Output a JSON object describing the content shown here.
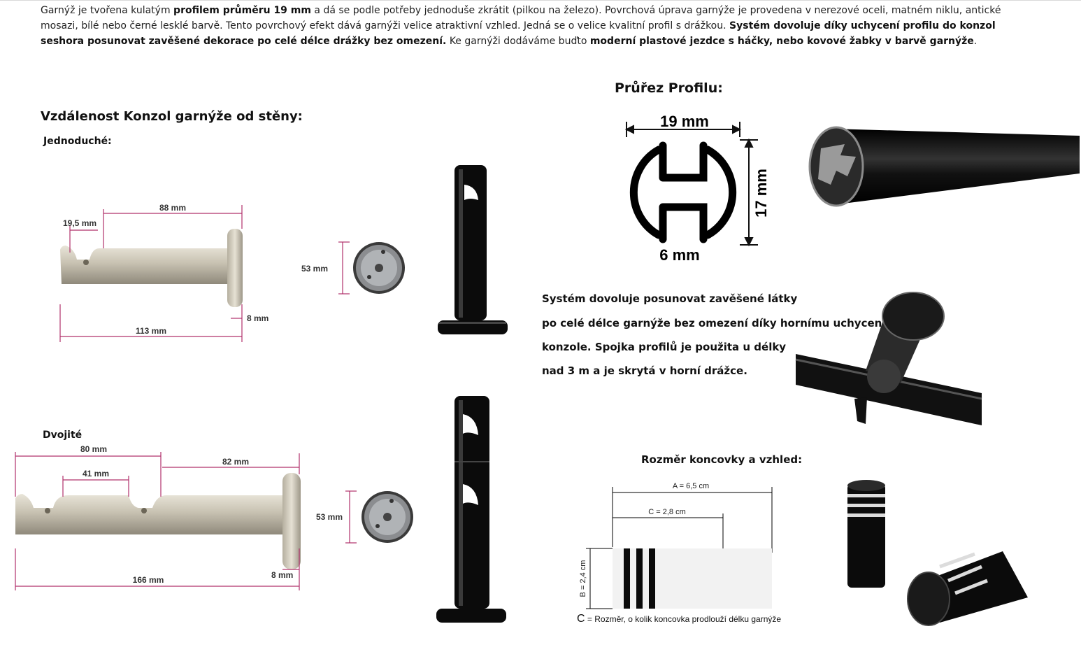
{
  "intro": {
    "p1": "Garnýž je tvořena kulatým ",
    "b1": "profilem průměru 19 mm",
    "p2": " a dá se podle potřeby jednoduše zkrátit (pilkou na železo). Povrchová úprava garnýže je provedena v nerezové oceli, matném niklu, antické mosazi, bílé nebo černé lesklé barvě. Tento povrchový efekt dává garnýži velice atraktivní vzhled. Jedná se o velice kvalitní profil s drážkou. ",
    "b2": "Systém dovoluje díky uchycení profilu do konzol seshora posunovat zavěšené dekorace po celé délce drážky bez omezení.",
    "p3": " Ke garnýži dodáváme buďto ",
    "b3": "moderní plastové jezdce s háčky, nebo kovové žabky v barvě garnýže",
    "p4": "."
  },
  "headings": {
    "distance": "Vzdálenost Konzol garnýže od stěny:",
    "single": "Jednoduché:",
    "double": "Dvojité",
    "profile": "Průřez Profilu:",
    "endcap": "Rozměr koncovky a vzhled:"
  },
  "single_dims": {
    "d1": "19,5 mm",
    "d2": "88 mm",
    "d3": "113 mm",
    "d4": "8 mm",
    "d5": "53 mm"
  },
  "double_dims": {
    "d1": "80 mm",
    "d2": "41 mm",
    "d3": "82 mm",
    "d4": "166 mm",
    "d5": "8 mm",
    "d6": "53 mm"
  },
  "profile_dims": {
    "width": "19 mm",
    "height": "17 mm",
    "gap": "6 mm"
  },
  "system_text": [
    "Systém dovoluje posunovat zavěšené látky",
    "po celé délce garnýže bez omezení díky hornímu uchycení",
    "konzole. Spojka profilů je použita u délky",
    " nad 3 m a je skrytá v horní drážce."
  ],
  "endcap_dims": {
    "a": "A = 6,5 cm",
    "c": "C = 2,8 cm",
    "b": "B = 2,4 cm"
  },
  "endcap_caption": {
    "c_letter": "C",
    "rest": " = Rozměr, o kolik koncovka prodlouží délku garnýže"
  },
  "colors": {
    "dimension_line": "#b0306a",
    "black": "#0b0b0b",
    "nickel": "#c9c3b3"
  }
}
